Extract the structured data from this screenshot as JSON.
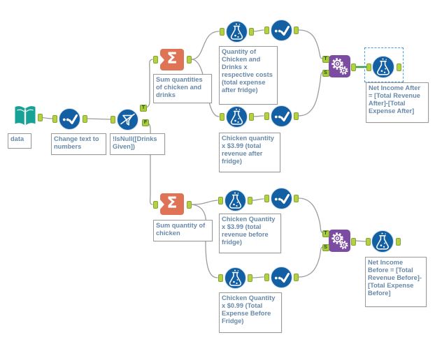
{
  "workflow": {
    "ports": {
      "filter_true": "T",
      "filter_false": "F",
      "append_target": "T",
      "append_source": "S"
    },
    "icons": {
      "summarize_glyph": "Σ"
    },
    "annotations": {
      "input_data": "data",
      "select_1": "Change text to numbers",
      "filter": "!IsNull([Drinks Given])",
      "summarize_1": "Sum quantities of chicken and drinks",
      "formula_1": "Quantity of Chicken and Drinks x respective costs (total expense after fridge)",
      "formula_2": "Chicken quantity x $3.99 (total revenue after fridge)",
      "summarize_2": "Sum quantity of chicken",
      "formula_3": "Chicken Quantity x $3.99 (total revenue before fridge)",
      "formula_4": "Chicken Quantity x $0.99 (Total Expense Before Fridge)",
      "formula_after": "Net Income After = [Total Revenue After]-[Total Expense After]",
      "formula_before": "Net Income Before = [Total Revenue Before]-[Total Expense Before]"
    },
    "colors": {
      "tool_blue": "#135fa4",
      "input_teal": "#16a296",
      "summarize_orange": "#de7355",
      "append_purple": "#7c4ba2",
      "anchor_green": "#b4d23d",
      "wire_gray": "#9c9c9c",
      "selected_wire_green": "#2d9e41",
      "selection_dashed_blue": "#3e9bf0",
      "annotation_text": "#6889aa"
    }
  }
}
